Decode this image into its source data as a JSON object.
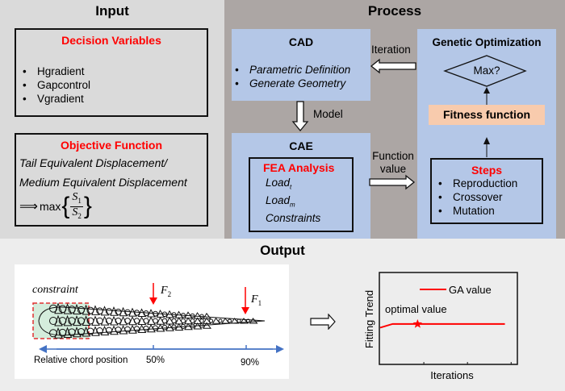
{
  "input": {
    "title": "Input",
    "decision_variables": {
      "heading": "Decision Variables",
      "items": [
        "Hgradient",
        "Gapcontrol",
        "Vgradient"
      ]
    },
    "objective_function": {
      "heading": "Objective Function",
      "line1": "Tail Equivalent Displacement/",
      "line2": "Medium Equivalent Displacement",
      "formula_arrow": "⟹",
      "formula_op": "max",
      "numerator": "S",
      "numerator_sub": "1",
      "denominator": "S",
      "denominator_sub": "2"
    }
  },
  "process": {
    "title": "Process",
    "cad": {
      "heading": "CAD",
      "items": [
        "Parametric Definition",
        "Generate Geometry"
      ]
    },
    "iteration_label": "Iteration",
    "model_label": "Model",
    "cae": {
      "heading": "CAE",
      "fea_heading": "FEA Analysis",
      "load_t": "Load",
      "load_t_sub": "t",
      "load_m": "Load",
      "load_m_sub": "m",
      "constraints": "Constraints"
    },
    "function_value_label": [
      "Function",
      "value"
    ],
    "genetic": {
      "heading": "Genetic Optimization",
      "decision": "Max?",
      "fitness": "Fitness function",
      "steps_heading": "Steps",
      "steps": [
        "Reproduction",
        "Crossover",
        "Mutation"
      ]
    }
  },
  "output": {
    "title": "Output",
    "structure": {
      "constraint_label": "constraint",
      "force2": "F",
      "force2_sub": "2",
      "force1": "F",
      "force1_sub": "1",
      "axis_label": "Relative chord position",
      "tick_50": "50%",
      "tick_90": "90%"
    },
    "chart": {
      "legend": "GA value",
      "annotation": "optimal value",
      "xlabel": "Iterations",
      "ylabel": "Fitting Trend"
    }
  },
  "colors": {
    "accent_red": "#ff0000",
    "process_blue": "#b4c7e7",
    "fitness_orange": "#f8cbad",
    "axis_blue": "#4472c4",
    "constraint_green": "#d4eddc"
  },
  "chart_data": {
    "type": "line",
    "title": "",
    "xlabel": "Iterations",
    "ylabel": "Fitting Trend",
    "legend": [
      "GA value"
    ],
    "legend_position": "top-right",
    "x": [
      0,
      0.1,
      0.3,
      1.0
    ],
    "series": [
      {
        "name": "GA value",
        "values": [
          0.4,
          0.44,
          0.44,
          0.44
        ]
      }
    ],
    "annotations": [
      {
        "text": "optimal value",
        "marker": "star",
        "x": 0.3,
        "y": 0.44
      }
    ],
    "xlim": [
      0,
      1.1
    ],
    "ylim": [
      0,
      1
    ],
    "grid": false
  }
}
